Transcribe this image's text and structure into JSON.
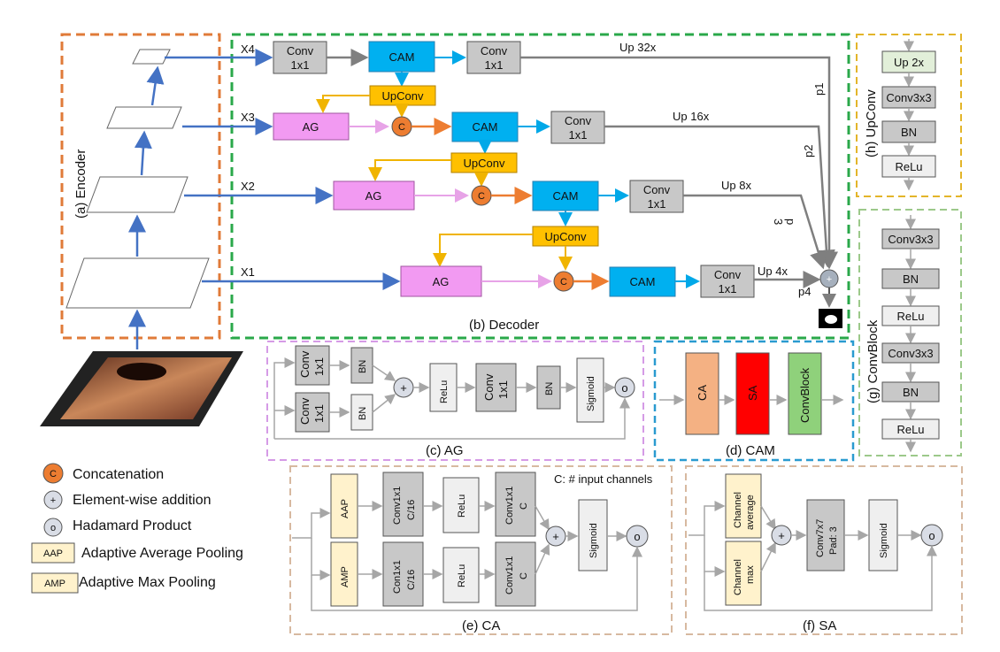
{
  "colors": {
    "encoder": "#e07b39",
    "decoder": "#2aa84a",
    "upconv_box": "#e3b52a",
    "convblock_box": "#9cc98a",
    "ag_box": "#d59be6",
    "cam_box": "#2a9bd0",
    "ca_box": "#d7b9a0",
    "sa_box": "#d7b9a0",
    "cam": "#00b0f0",
    "ag": "#f29af2",
    "upconv": "#ffc000",
    "concat": "#ed7d31",
    "gray": "#c8c8c8",
    "pale": "#efefef",
    "pool": "#fff2cc",
    "ca_fill": "#f4b183",
    "sa_fill": "#ff0000",
    "cb_fill": "#8fd17b",
    "arrow_blue": "#4472c4",
    "arrow_gray": "#7f7f7f",
    "arrow_orange": "#ed7d31",
    "arrow_yellow": "#f0b400",
    "arrow_pink": "#e7a3e7",
    "arrow_cyan": "#00a8e8"
  },
  "sections": {
    "encoder": "(a) Encoder",
    "decoder": "(b) Decoder",
    "ag": "(c) AG",
    "cam": "(d) CAM",
    "ca": "(e) CA",
    "sa": "(f) SA",
    "convblock": "(g) ConvBlock",
    "upconv": "(h) UpConv"
  },
  "decoder": {
    "x4": "X4",
    "x3": "X3",
    "x2": "X2",
    "x1": "X1",
    "conv": "Conv",
    "k1x1": "1x1",
    "cam": "CAM",
    "upconv": "UpConv",
    "ag": "AG",
    "c": "C",
    "up32": "Up 32x",
    "up16": "Up 16x",
    "up8": "Up 8x",
    "up4": "Up 4x",
    "p1": "p1",
    "p2": "p2",
    "p3a": "p",
    "p3b": "3",
    "p4": "p4",
    "plus": "+"
  },
  "ag": {
    "conv": "Conv",
    "k1x1": "1x1",
    "bn": "BN",
    "relu": "ReLu",
    "sigmoid": "Sigmoid",
    "plus": "+",
    "o": "o"
  },
  "cam": {
    "ca": "CA",
    "sa": "SA",
    "convblock": "ConvBlock"
  },
  "ca": {
    "note": "C: # input channels",
    "aap": "AAP",
    "amp": "AMP",
    "conv_c16": "Conv1x1",
    "con_c16": "Con1x1",
    "c16": "C/16",
    "relu": "ReLu",
    "conv_c": "Conv1x1",
    "c": "C",
    "sigmoid": "Sigmoid",
    "plus": "+",
    "o": "o"
  },
  "sa": {
    "ch_avg_1": "Channel",
    "ch_avg_2": "average",
    "ch_max_1": "Channel",
    "ch_max_2": "max",
    "conv7_1": "Conv7x7",
    "conv7_2": "Pad: 3",
    "sigmoid": "Sigmoid",
    "plus": "+",
    "o": "o"
  },
  "upconv": {
    "up2": "Up 2x",
    "conv": "Conv3x3",
    "bn": "BN",
    "relu": "ReLu"
  },
  "convblock": {
    "conv1": "Conv3x3",
    "bn1": "BN",
    "relu1": "ReLu",
    "conv2": "Conv3x3",
    "bn2": "BN",
    "relu2": "ReLu"
  },
  "legend": {
    "c_sym": "C",
    "concat": "Concatenation",
    "plus_sym": "+",
    "add": "Element-wise addition",
    "o_sym": "o",
    "hadamard": "Hadamard Product",
    "aap_sym": "AAP",
    "aap": "Adaptive Average Pooling",
    "amp_sym": "AMP",
    "amp": "Adaptive Max Pooling"
  }
}
